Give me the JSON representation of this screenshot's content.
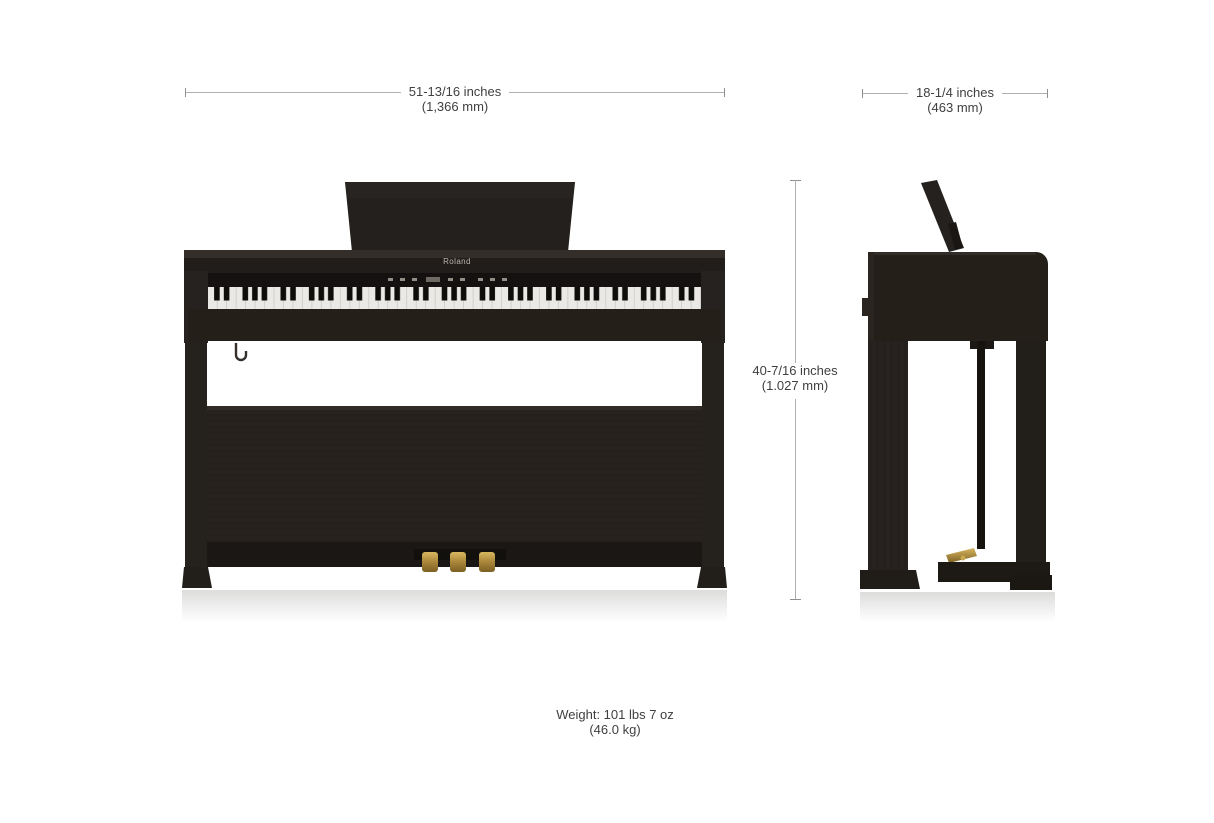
{
  "colors": {
    "background": "#ffffff",
    "piano_body": "#242019",
    "piano_dark": "#1b1714",
    "pedal_brass": "#a9863a",
    "key_white": "#ebe9e5",
    "key_black": "#0f0d0b",
    "dimension_text": "#3f3f3f",
    "dimension_line": "#b0b0b0"
  },
  "brand": {
    "logo_text": "Roland"
  },
  "annotations": {
    "width": {
      "line1": "51-13/16 inches",
      "line2": "(1,366 mm)"
    },
    "depth": {
      "line1": "18-1/4 inches",
      "line2": "(463 mm)"
    },
    "height": {
      "line1": "40-7/16 inches",
      "line2": "(1.027 mm)"
    },
    "weight": {
      "line1": "Weight: 101 lbs 7 oz",
      "line2": "(46.0 kg)"
    }
  },
  "icons": {
    "front_view": "piano-front-view",
    "side_view": "piano-side-view",
    "headphone_hook": "headphone-hook-icon"
  }
}
